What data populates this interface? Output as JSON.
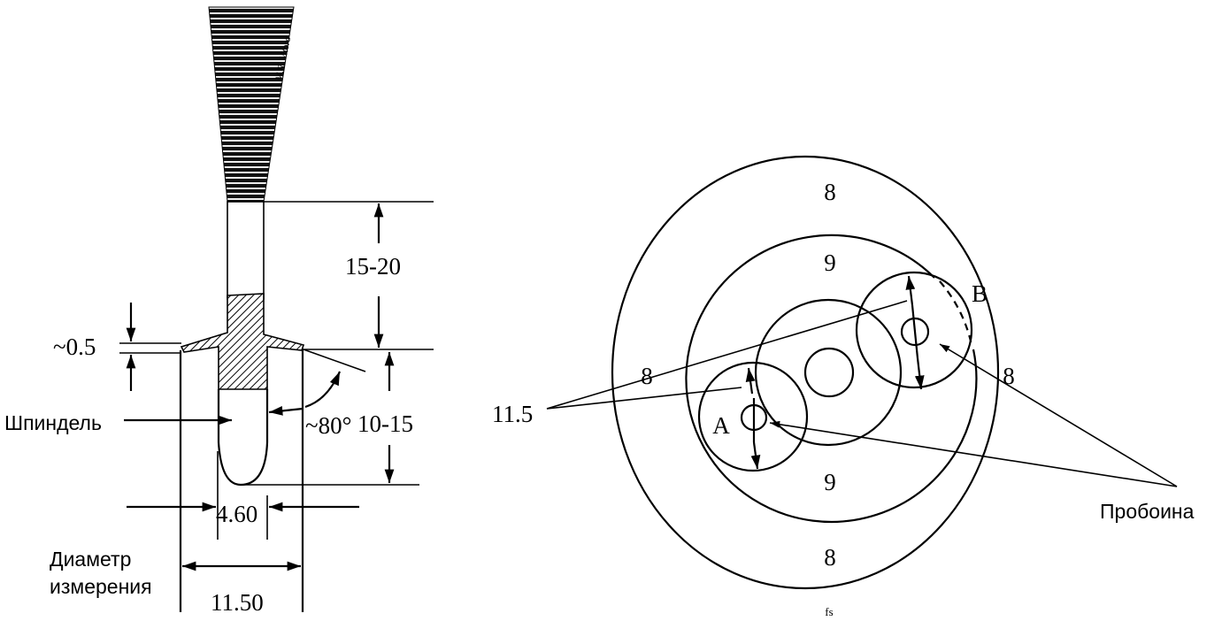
{
  "left_figure": {
    "signature": "M.R. Vitoro",
    "dim_top": "15-20",
    "dim_bottom": "10-15",
    "dim_lip": "~0.5",
    "angle": "~80°",
    "spindle_label": "Шпиндель",
    "dim_spindle": "4.60",
    "measure_label_line1": "Диаметр",
    "measure_label_line2": "измерения",
    "dim_measure": "11.50"
  },
  "right_figure": {
    "ring_top_outer": "8",
    "ring_top_inner": "9",
    "ring_left": "8",
    "ring_right": "8",
    "ring_bottom_inner": "9",
    "ring_bottom_outer": "8",
    "hole_a": "A",
    "hole_b": "B",
    "diameter_label": "11.5",
    "hole_label": "Пробоина",
    "footer": "fs"
  }
}
